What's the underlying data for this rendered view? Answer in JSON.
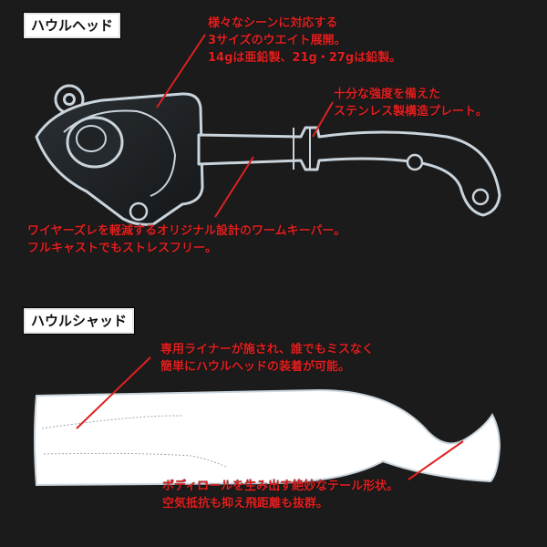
{
  "section_head": {
    "title": "ハウルヘッド",
    "callout_weight": {
      "lines": [
        "様々なシーンに対応する",
        "3サイズのウエイト展開。",
        "14gは亜鉛製、21g・27gは鉛製。"
      ]
    },
    "callout_plate": {
      "lines": [
        "十分な強度を備えた",
        "ステンレス製構造プレート。"
      ]
    },
    "callout_keeper": {
      "lines": [
        "ワイヤーズレを軽減するオリジナル設計のワームキーパー。",
        "フルキャストでもストレスフリー。"
      ]
    }
  },
  "section_shad": {
    "title": "ハウルシャッド",
    "callout_liner": {
      "lines": [
        "専用ライナーが施され、誰でもミスなく",
        "簡単にハウルヘッドの装着が可能。"
      ]
    },
    "callout_tail": {
      "lines": [
        "ボディロールを生み出す絶妙なテール形状。",
        "空気抵抗も抑え飛距離も抜群。"
      ]
    }
  },
  "colors": {
    "background": "#1b1b1b",
    "callout_text": "#e02020",
    "outline": "#c9d4dc",
    "leader_line": "#e02020"
  }
}
